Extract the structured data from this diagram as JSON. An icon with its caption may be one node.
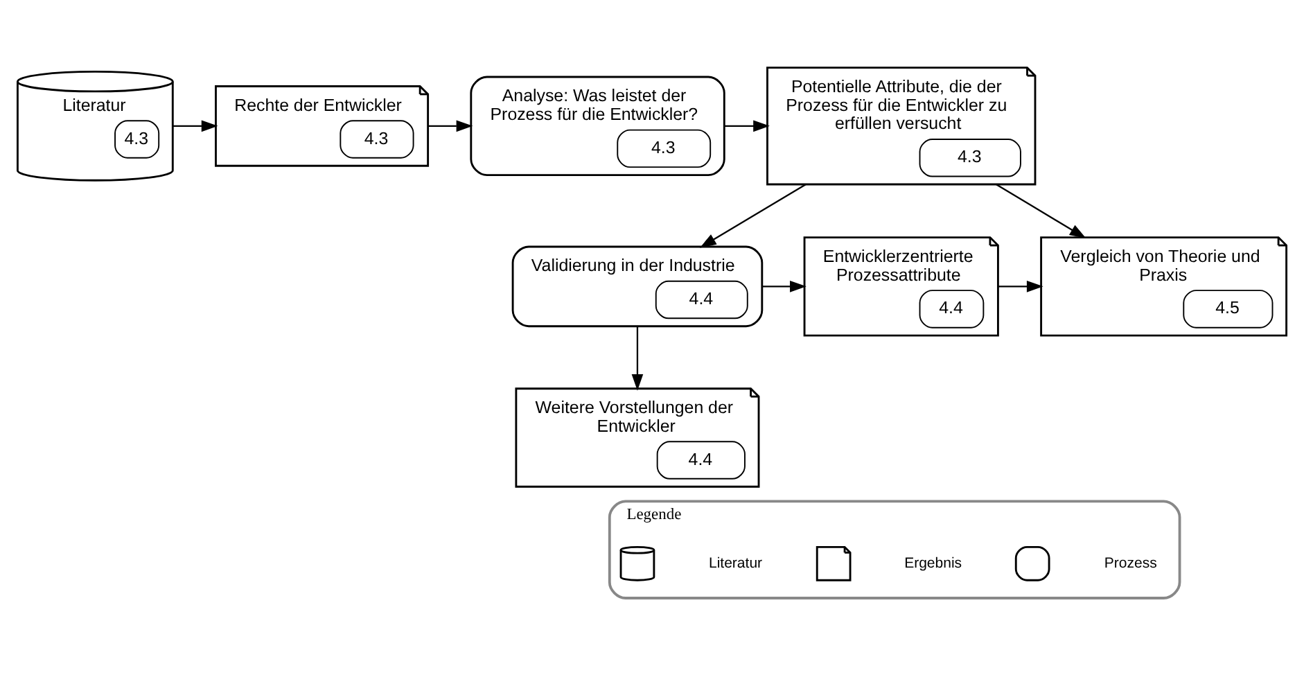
{
  "diagram": {
    "nodes": [
      {
        "text": [
          "Literatur",
          "4.3"
        ]
      },
      {
        "text": [
          "Rechte der Entwickler",
          "4.3"
        ]
      },
      {
        "text": [
          "Analyse: Was leistet der Prozess für die Entwickler?",
          "4.3"
        ]
      },
      {
        "text": [
          "Potentielle Attribute, die der Prozess für die Entwickler zu erfüllen versucht",
          "4.3"
        ]
      },
      {
        "text": [
          "Validierung in der Industrie",
          "4.4"
        ]
      },
      {
        "text": [
          "Entwicklerzentrierte Prozessattribute",
          "4.4"
        ]
      },
      {
        "text": [
          "Vergleich von Theorie und Praxis",
          "4.5"
        ]
      },
      {
        "text": [
          "Weitere Vorstellungen der Entwickler",
          "4.4"
        ]
      },
      {
        "text": [
          "Legende"
        ]
      },
      {
        "text": [],
        "shape": "cylinder",
        "in": 8
      },
      {
        "text": [],
        "shape": "document",
        "in": 8
      },
      {
        "text": [],
        "shape": "box",
        "in": 8
      }
    ],
    "edges": [
      {
        "from": 0,
        "to": 1,
        "arrow": "to"
      },
      {
        "from": 1,
        "to": 2,
        "arrow": "to"
      },
      {
        "from": 2,
        "to": 3,
        "arrow": "to"
      },
      {
        "from": 3,
        "to": 4,
        "arrow": "to"
      },
      {
        "from": 3,
        "to": 6,
        "arrow": "to"
      },
      {
        "from": 4,
        "to": 5,
        "arrow": "to"
      },
      {
        "from": 5,
        "to": 6,
        "arrow": "to"
      },
      {
        "from": 4,
        "to": 7,
        "arrow": "to"
      }
    ],
    "legend": [
      {
        "text": "Literatur"
      },
      {
        "text": "Ergebnis"
      },
      {
        "text": "Prozess"
      }
    ]
  }
}
